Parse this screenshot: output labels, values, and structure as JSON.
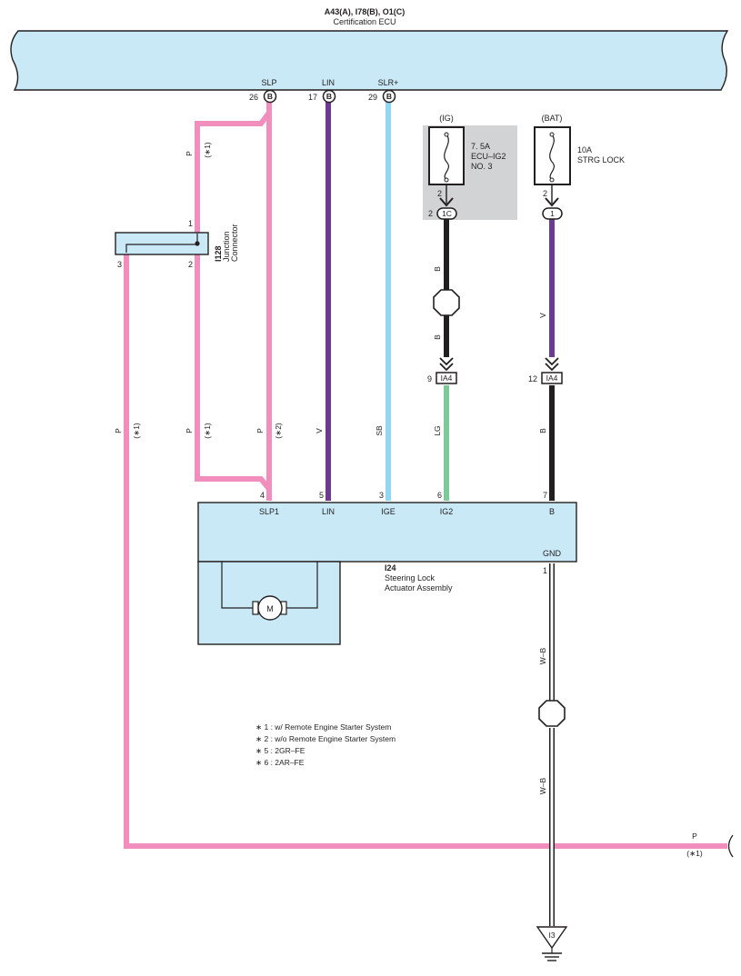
{
  "ecu": {
    "ref": "A43(A), I78(B), O1(C)",
    "name": "Certification ECU"
  },
  "ecu_pins": [
    {
      "name": "SLP",
      "pin": "26",
      "conn": "B"
    },
    {
      "name": "LIN",
      "pin": "17",
      "conn": "B"
    },
    {
      "name": "SLR+",
      "pin": "29",
      "conn": "B"
    }
  ],
  "fuses": [
    {
      "source": "(IG)",
      "rating": "7. 5A",
      "name1": "ECU–IG2",
      "name2": "NO. 3",
      "pin_top": "2",
      "pin_conn": "2",
      "conn": "1C"
    },
    {
      "source": "(BAT)",
      "rating": "10A",
      "name1": "STRG LOCK",
      "pin_top": "2",
      "conn": "1"
    }
  ],
  "junction": {
    "ref": "I128",
    "name1": "Junction",
    "name2": "Connector",
    "pin1": "1",
    "pin2": "2",
    "pin3": "3"
  },
  "inline_connectors": [
    {
      "pin": "9",
      "name": "IA4"
    },
    {
      "pin": "12",
      "name": "IA4"
    }
  ],
  "wire_labels": {
    "p_top": "P",
    "p_top_note": "(∗1)",
    "p_left": "P",
    "p_left_note": "(∗1)",
    "p_mid": "P",
    "p_mid_note": "(∗1)",
    "p_right": "P",
    "p_right_note": "(∗2)",
    "v_lin": "V",
    "sb": "SB",
    "b_upper": "B",
    "b_lower": "B",
    "lg": "LG",
    "v_bat": "V",
    "b_bat": "B",
    "wb_upper": "W–B",
    "wb_lower": "W–B",
    "p_bottom": "P",
    "p_bottom_note": "(∗1)"
  },
  "actuator": {
    "ref": "I24",
    "name1": "Steering Lock",
    "name2": "Actuator Assembly",
    "motor": "M",
    "pins": [
      {
        "pin": "4",
        "name": "SLP1"
      },
      {
        "pin": "5",
        "name": "LIN"
      },
      {
        "pin": "3",
        "name": "IGE"
      },
      {
        "pin": "6",
        "name": "IG2"
      },
      {
        "pin": "7",
        "name": "B"
      }
    ],
    "gnd_name": "GND",
    "gnd_pin": "1"
  },
  "ground": {
    "ref": "I3"
  },
  "notes": [
    "∗ 1 : w/ Remote Engine Starter System",
    "∗ 2 : w/o Remote Engine Starter System",
    "∗ 5 : 2GR–FE",
    "∗ 6 : 2AR–FE"
  ],
  "colors": {
    "pink": "#f18ebd",
    "violet": "#6a3b8f",
    "skyblue": "#92d7f2",
    "black": "#231f20",
    "green": "#7dc99a",
    "box": "#c9e9f7",
    "fusebg": "#d2d3d5"
  }
}
